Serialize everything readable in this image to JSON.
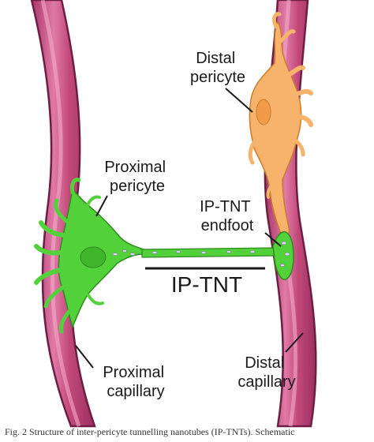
{
  "labels": {
    "distal_pericyte": [
      "Distal",
      "pericyte"
    ],
    "proximal_pericyte": [
      "Proximal",
      "pericyte"
    ],
    "ip_tnt_endfoot": [
      "IP-TNT",
      "endfoot"
    ],
    "ip_tnt": "IP-TNT",
    "proximal_capillary": [
      "Proximal",
      "capillary"
    ],
    "distal_capillary": [
      "Distal",
      "capillary"
    ]
  },
  "caption": "Fig. 2  Structure of inter-pericyte tunnelling nanotubes (IP-TNTs). Schematic",
  "colors": {
    "capillary_fill": "#c2497a",
    "capillary_light": "#e58bb0",
    "capillary_wall": "#6e1e43",
    "proximal_pericyte_fill": "#52d13a",
    "proximal_pericyte_stroke": "#2e8b1f",
    "distal_pericyte_fill": "#f7b26b",
    "distal_pericyte_stroke": "#c97d2c",
    "pointer_line": "#1a1a1a"
  }
}
